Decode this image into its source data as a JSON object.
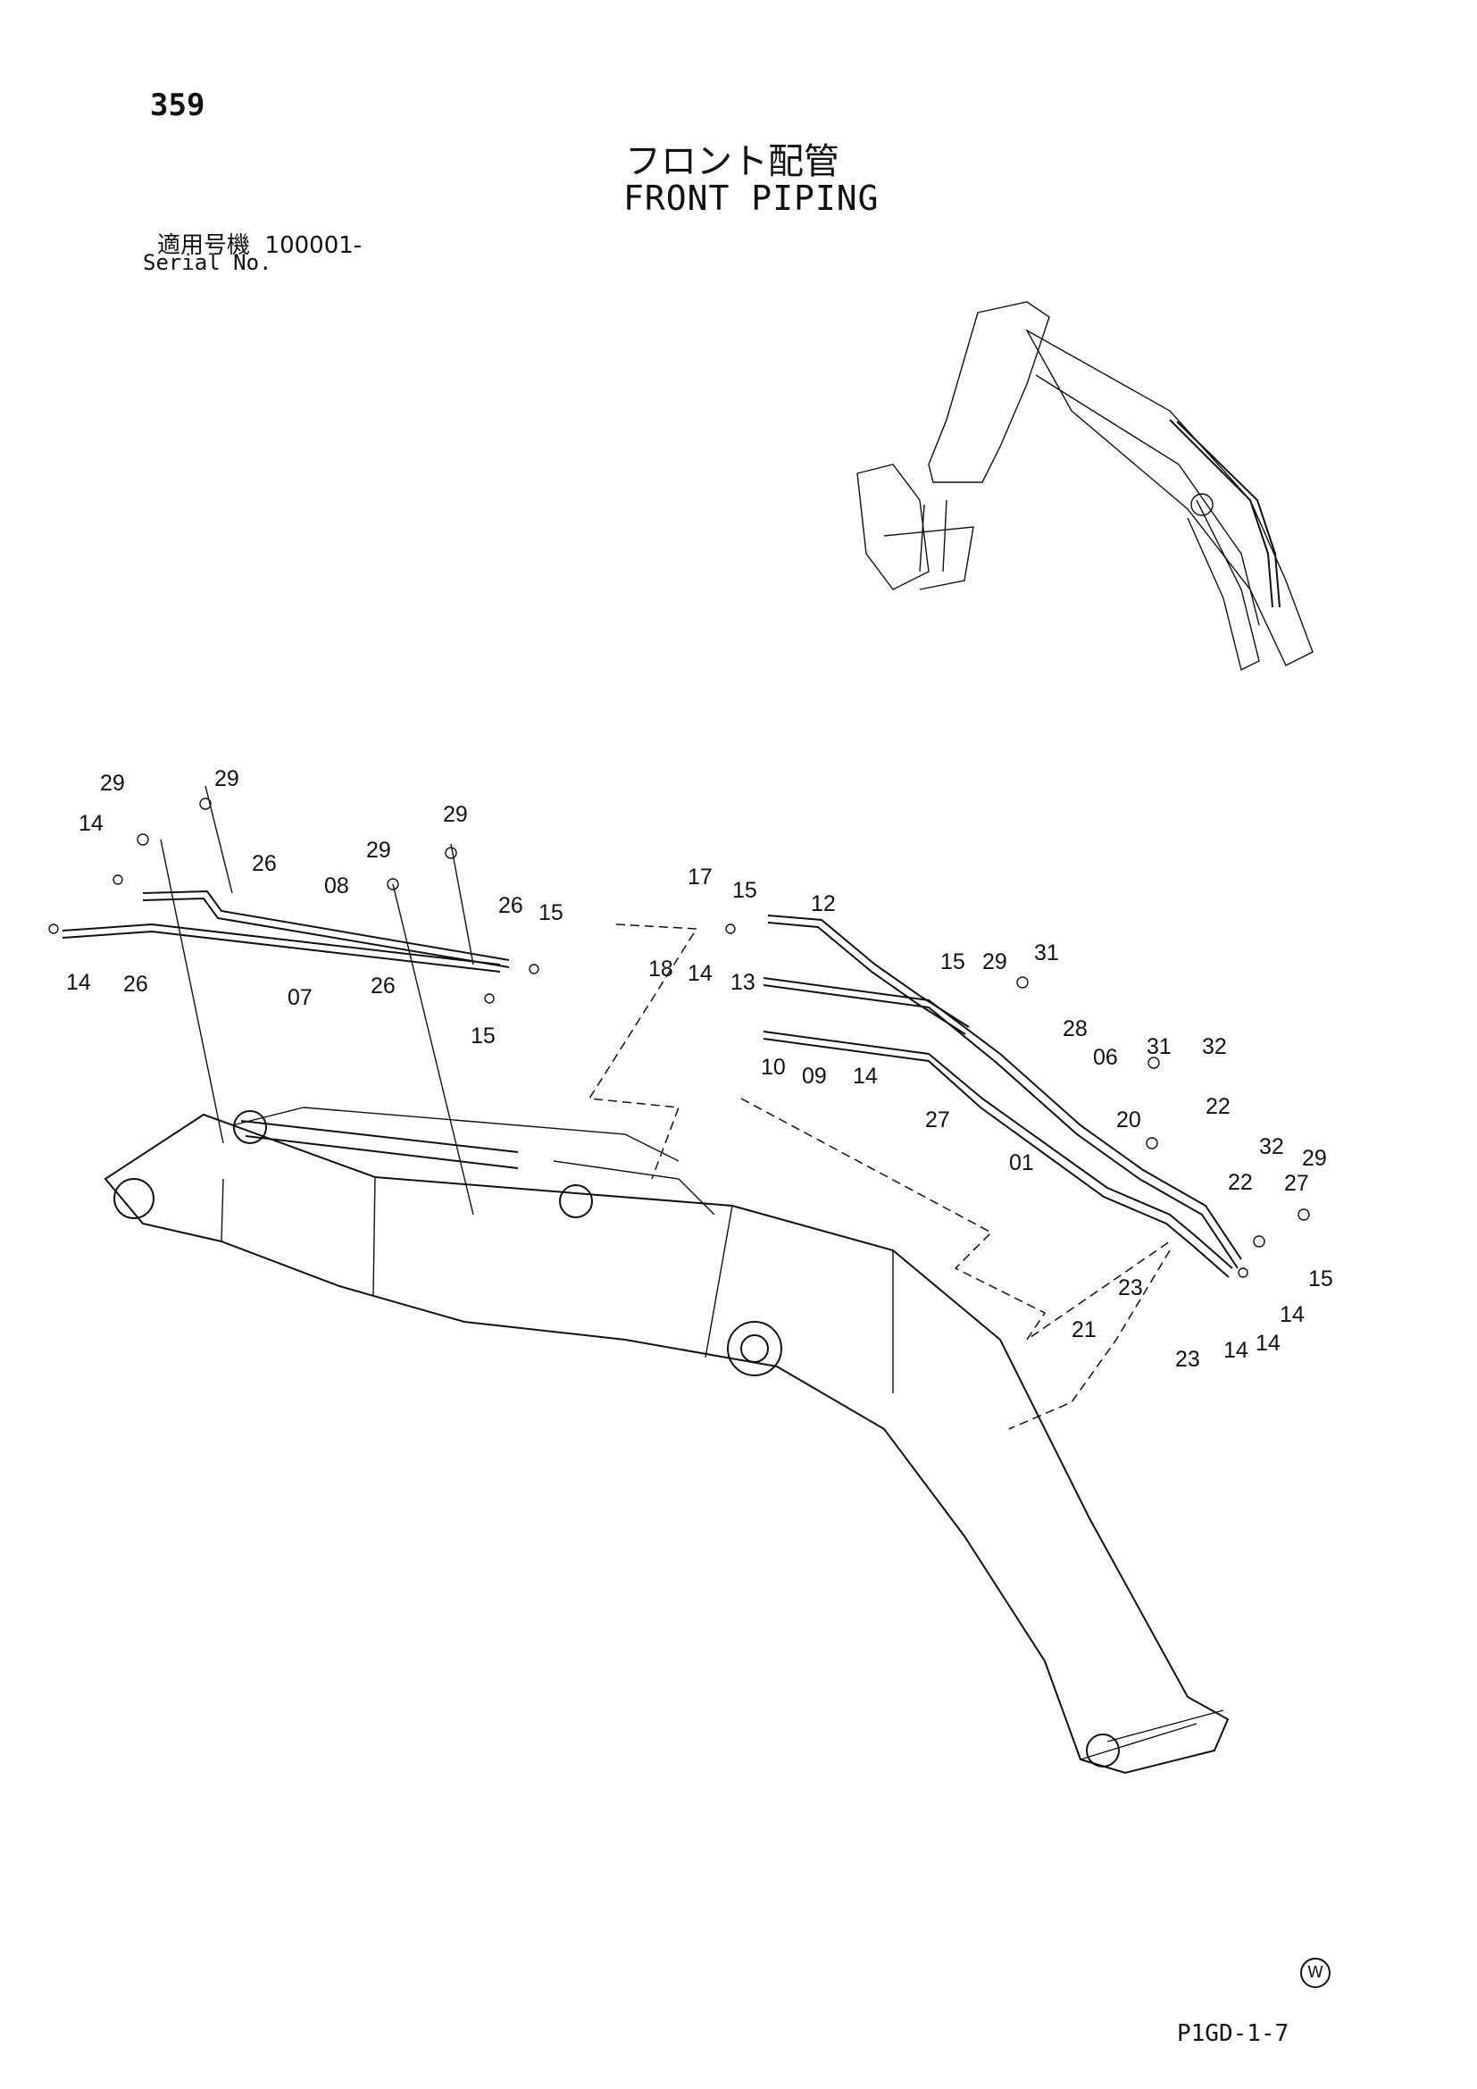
{
  "page_number": "359",
  "title_jp": "フロント配管",
  "title_en": "FRONT PIPING",
  "serial_label_jp": "適用号機",
  "serial_value": "100001-",
  "serial_label_en": "Serial No.",
  "footer_mark": "W",
  "footer_code": "P1GD-1-7",
  "callouts": [
    "29",
    "29",
    "14",
    "26",
    "08",
    "29",
    "29",
    "26",
    "15",
    "14",
    "26",
    "07",
    "26",
    "15",
    "17",
    "15",
    "12",
    "18",
    "14",
    "13",
    "15",
    "29",
    "31",
    "10",
    "09",
    "14",
    "28",
    "06",
    "31",
    "32",
    "27",
    "20",
    "22",
    "01",
    "32",
    "29",
    "22",
    "27",
    "23",
    "15",
    "21",
    "14",
    "23",
    "14",
    "14"
  ]
}
